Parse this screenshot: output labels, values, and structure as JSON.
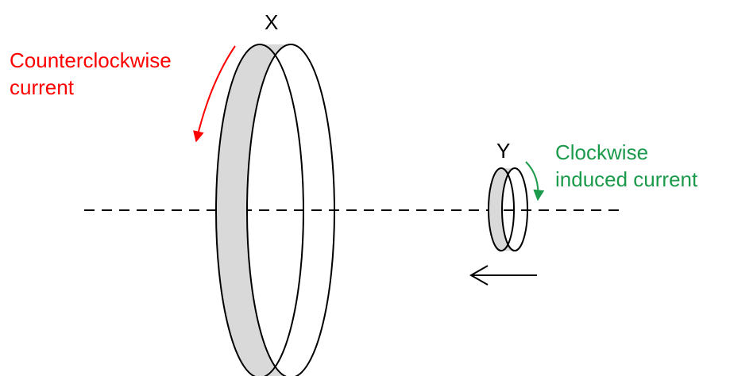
{
  "labels": {
    "ring_x": "X",
    "ring_y": "Y",
    "ccw_line1": "Counterclockwise",
    "ccw_line2": "current",
    "cw_line1": "Clockwise",
    "cw_line2": "induced current"
  },
  "colors": {
    "ccw_text": "#ff0000",
    "cw_text": "#1a9a4a",
    "ring_fill": "#d9d9d9",
    "stroke": "#000000"
  },
  "icons": {
    "ccw_arrow": "curved-arrow-down-icon",
    "cw_arrow": "curved-arrow-down-icon",
    "motion_arrow": "arrow-left-icon"
  }
}
